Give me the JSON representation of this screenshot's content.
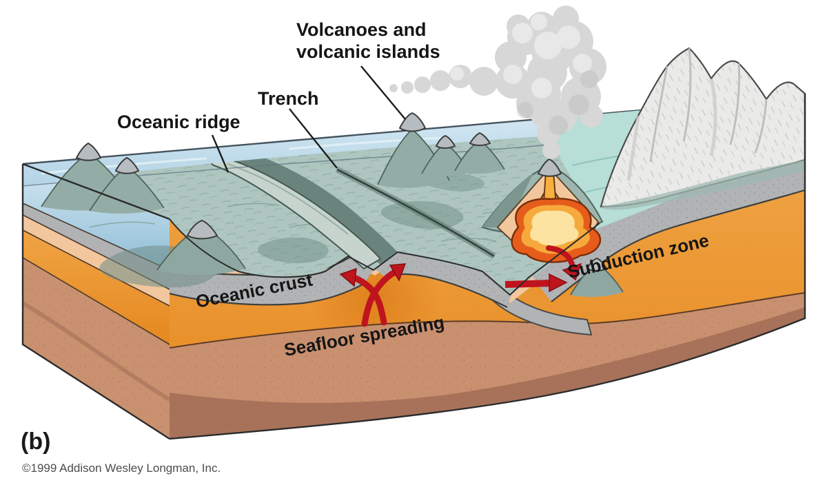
{
  "figure": {
    "type": "geology-block-diagram",
    "subject": "Plate tectonics: seafloor spreading and subduction",
    "caption": "(b)",
    "copyright": "©1999 Addison Wesley Longman, Inc."
  },
  "labels": {
    "volcanoes_line1": "Volcanoes and",
    "volcanoes_line2": "volcanic islands",
    "trench": "Trench",
    "oceanic_ridge": "Oceanic ridge",
    "subduction_zone": "Subduction zone",
    "oceanic_crust": "Oceanic crust",
    "seafloor_spreading": "Seafloor spreading"
  },
  "features": [
    "sea-surface",
    "seafloor",
    "oceanic-ridge",
    "trench",
    "volcanic-island-arc",
    "erupting-volcano",
    "smoke-plume",
    "magma-chamber",
    "continental-mountains",
    "oceanic-crust-layer",
    "mantle-layer",
    "lower-mantle-layer",
    "seafloor-spreading-arrows",
    "subduction-arrows"
  ],
  "colors": {
    "sea_surface": "#c9e0ee",
    "coastal_water": "#b7ded7",
    "seafloor": "#aec6bf",
    "crust_gray": "#b1b3b5",
    "sediment_peach": "#f2c79e",
    "mantle_orange": "#ec9a36",
    "lower_mantle_pink": "#c9906f",
    "deep_mantle_brown": "#a06a55",
    "magma_core": "#fce3a2",
    "magma_rim": "#e65c1b",
    "arrow_red": "#bf141d",
    "smoke_gray": "#d7d7d7",
    "mountain_gray": "#eaeae8"
  }
}
